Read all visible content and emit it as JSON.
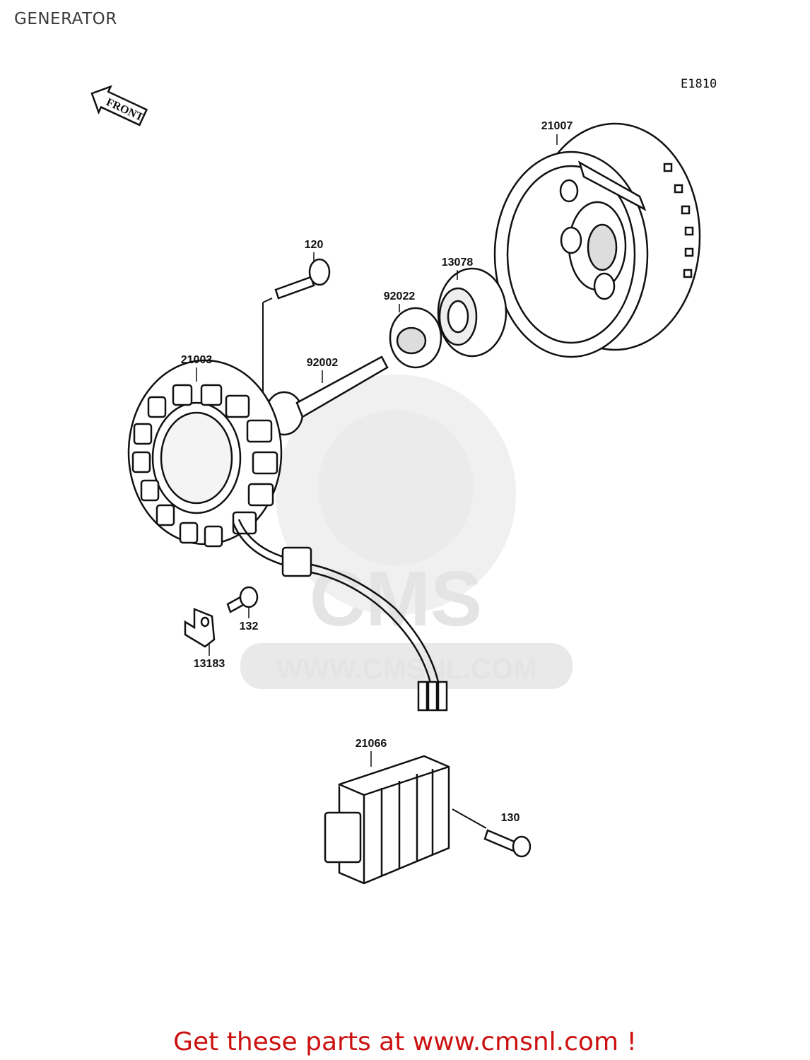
{
  "title": "GENERATOR",
  "diagram_code": "E1810",
  "front_label": "FRONT",
  "watermark": {
    "brand": "CMS",
    "url": "WWW.CMSNL.COM"
  },
  "parts": [
    {
      "number": "21007"
    },
    {
      "number": "120"
    },
    {
      "number": "13078"
    },
    {
      "number": "92022"
    },
    {
      "number": "21003"
    },
    {
      "number": "92002"
    },
    {
      "number": "132"
    },
    {
      "number": "13183"
    },
    {
      "number": "21066"
    },
    {
      "number": "130"
    }
  ],
  "footer": "Get these parts at www.cmsnl.com !"
}
